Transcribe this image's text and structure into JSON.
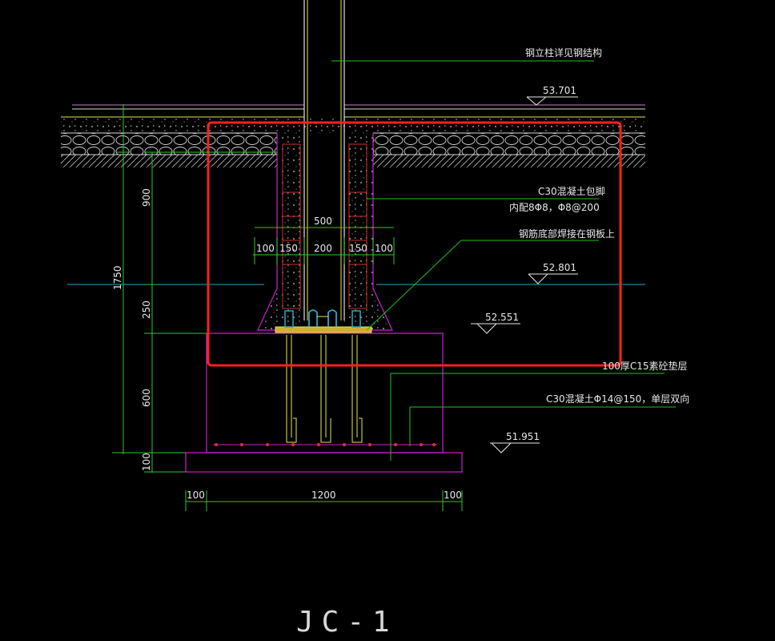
{
  "drawing": {
    "title": "JC-1",
    "annotations": {
      "column_note": "钢立柱详见钢结构",
      "concrete_wrap": "C30混凝土包脚",
      "reinforcement": "内配8Φ8，Φ8@200",
      "rebar_weld": "钢筋底部焊接在钢板上",
      "cushion": "100厚C15素砼垫层",
      "footing": "C30混凝土Φ14@150，单层双向"
    },
    "elevations": {
      "top_grade": "53.701",
      "water_level": "52.801",
      "base_plate": "52.551",
      "footing_bottom": "51.951"
    },
    "dimensions": {
      "wrap_width": "500",
      "wrap_left_edge": "100",
      "wrap_left_side": "150",
      "column_width": "200",
      "wrap_right_side": "150",
      "wrap_right_edge": "100",
      "depth_900": "900",
      "depth_250": "250",
      "depth_600": "600",
      "depth_100": "100",
      "total_depth": "1750",
      "base_left": "100",
      "base_width": "1200",
      "base_right": "100"
    },
    "colors": {
      "background": "#000000",
      "highlight": "#ff2020",
      "dimension": "#2ec82e",
      "footing_outline": "#cc22cc",
      "ground": "#d8d8d8",
      "water": "#2aa8c8",
      "rebar": "#e8d040",
      "leader": "#20c020"
    }
  }
}
